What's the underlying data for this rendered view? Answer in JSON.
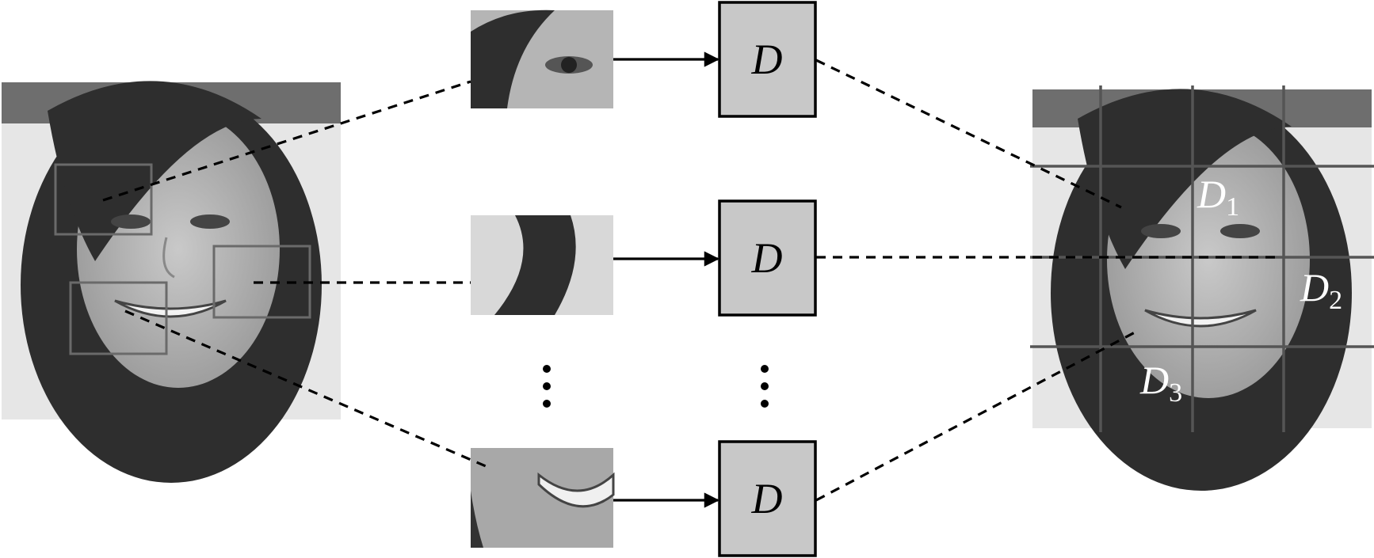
{
  "discriminators": [
    {
      "label": "D"
    },
    {
      "label": "D"
    },
    {
      "label": "D"
    }
  ],
  "region_labels": [
    {
      "main": "D",
      "sub": "1"
    },
    {
      "main": "D",
      "sub": "2"
    },
    {
      "main": "D",
      "sub": "3"
    }
  ],
  "patches": [
    "eye",
    "hair",
    "mouth"
  ],
  "icons": {
    "ellipsis": "vertical-ellipsis-icon",
    "arrow": "right-arrow-icon"
  },
  "colors": {
    "box_fill": "#c8c8c8",
    "roi_stroke": "#6a6a6a",
    "grid_stroke": "#555555",
    "region_label": "#ffffff"
  }
}
